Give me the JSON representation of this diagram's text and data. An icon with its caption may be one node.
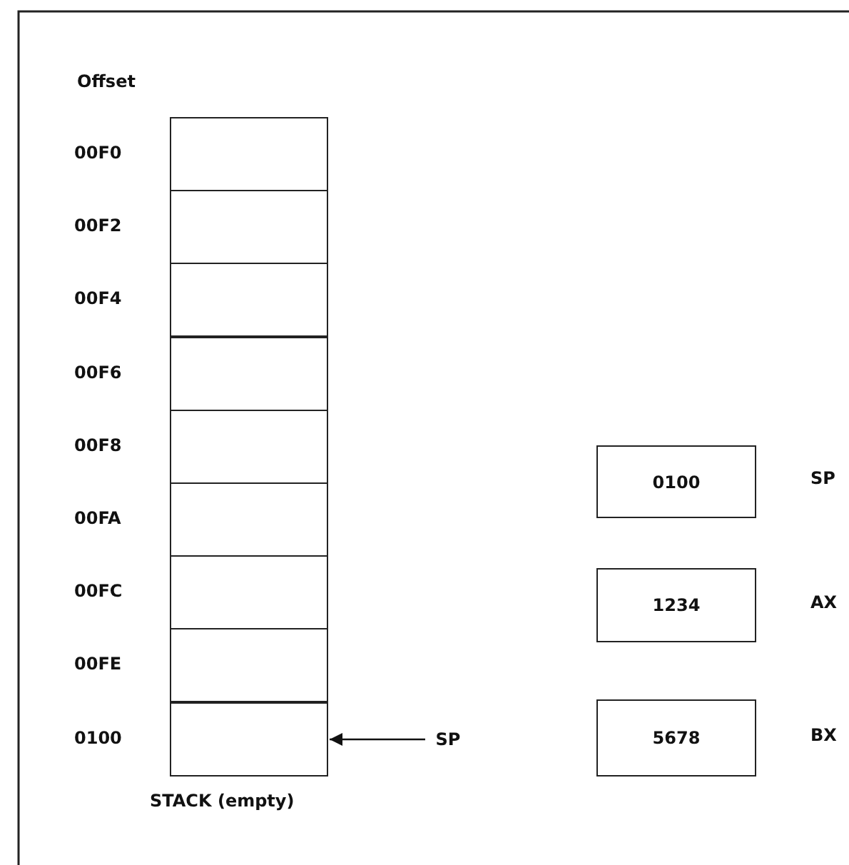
{
  "diagram": {
    "nodes": [
      {
        "text": [],
        "shape": "box",
        "beside": [
          "00F0"
        ]
      },
      {
        "text": [],
        "shape": "box",
        "beside": [
          "00F2"
        ]
      },
      {
        "text": [],
        "shape": "box",
        "beside": [
          "00F4"
        ]
      },
      {
        "text": [],
        "shape": "box",
        "beside": [
          "00F6"
        ]
      },
      {
        "text": [],
        "shape": "box",
        "beside": [
          "00F8"
        ]
      },
      {
        "text": [],
        "shape": "box",
        "beside": [
          "00FA"
        ]
      },
      {
        "text": [],
        "shape": "box",
        "beside": [
          "00FC"
        ]
      },
      {
        "text": [],
        "shape": "box",
        "beside": [
          "00FE"
        ]
      },
      {
        "text": [],
        "shape": "box",
        "beside": [
          "0100"
        ]
      },
      {
        "text": [
          "SP"
        ]
      },
      {
        "text": [
          "0100"
        ],
        "beside": [
          "SP"
        ]
      },
      {
        "text": [
          "1234"
        ],
        "beside": [
          "AX"
        ]
      },
      {
        "text": [
          "5678"
        ],
        "beside": [
          "BX"
        ]
      }
    ],
    "edges": [
      {
        "from": 9,
        "to": 8,
        "arrow": "to"
      }
    ],
    "labels": [
      "Offset",
      "STACK (empty)"
    ]
  }
}
